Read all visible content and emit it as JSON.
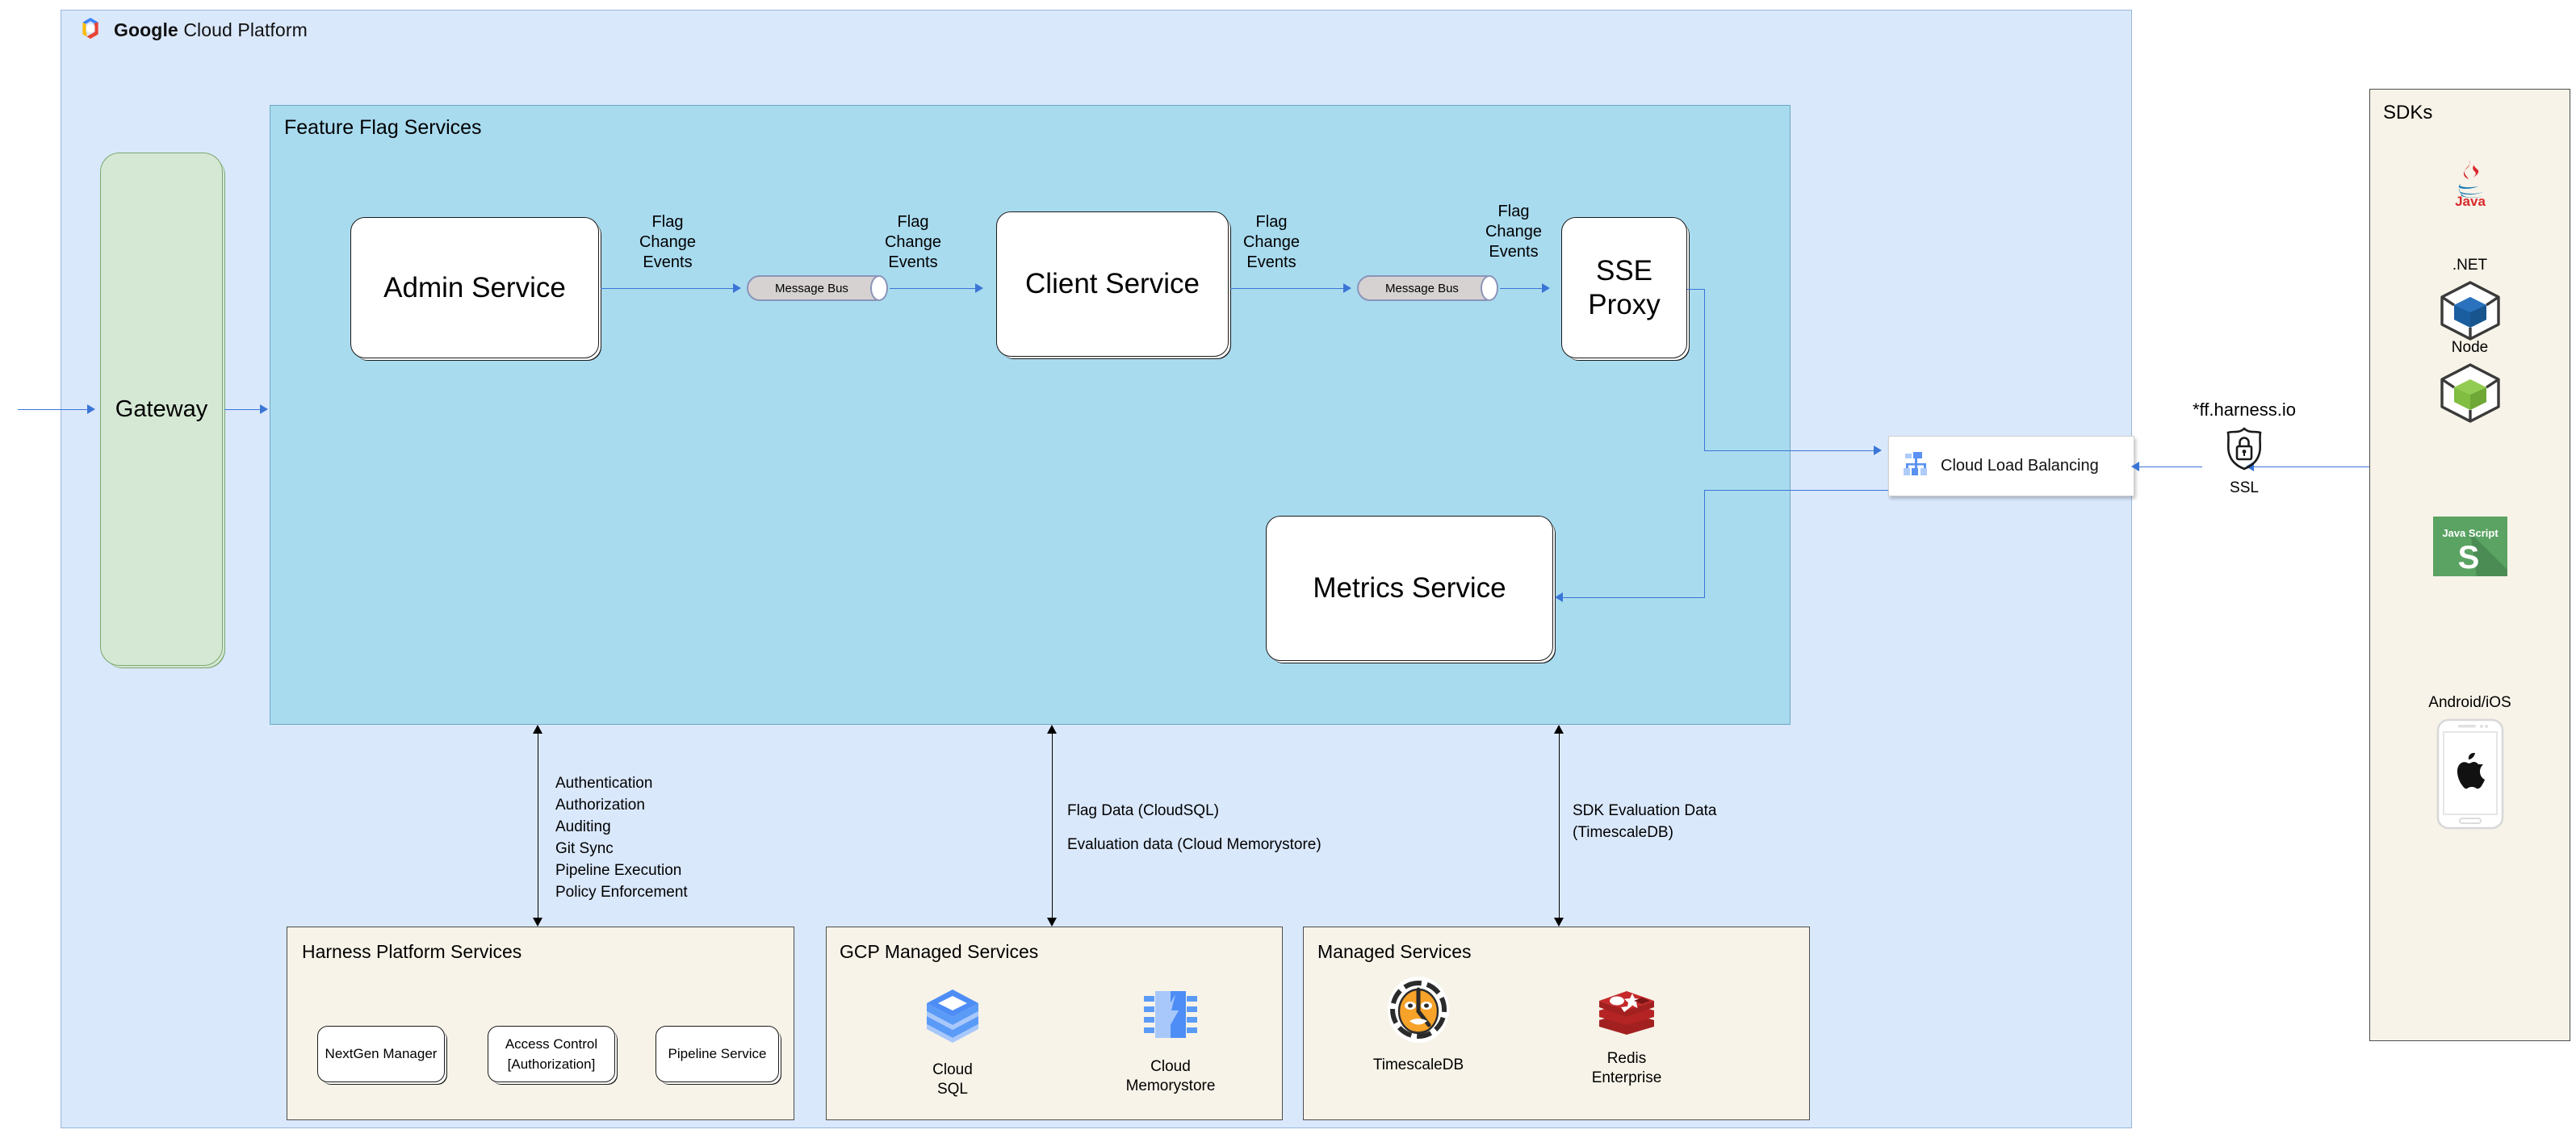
{
  "gcp": {
    "title_bold": "Google",
    "title_rest": " Cloud Platform",
    "logo": "google-cloud-logo"
  },
  "gateway": {
    "label": "Gateway"
  },
  "feature_flag_services": {
    "title": "Feature Flag Services",
    "nodes": [
      {
        "id": "admin-service",
        "label": "Admin Service"
      },
      {
        "id": "client-service",
        "label": "Client Service"
      },
      {
        "id": "sse-proxy",
        "label": "SSE\nProxy"
      },
      {
        "id": "metrics-service",
        "label": "Metrics Service"
      }
    ],
    "message_bus": [
      {
        "id": "msgbus-1",
        "label": "Message Bus"
      },
      {
        "id": "msgbus-2",
        "label": "Message Bus"
      }
    ],
    "edge_labels": [
      {
        "id": "edge-1",
        "text": "Flag\nChange\nEvents"
      },
      {
        "id": "edge-2",
        "text": "Flag\nChange\nEvents"
      },
      {
        "id": "edge-3",
        "text": "Flag\nChange\nEvents"
      },
      {
        "id": "edge-4",
        "text": "Flag\nChange\nEvents"
      }
    ]
  },
  "load_balancer": {
    "label": "Cloud Load Balancing",
    "icon": "cloud-load-balancing-icon"
  },
  "ssl": {
    "host": "*ff.harness.io",
    "label": "SSL",
    "icon": "ssl-shield-lock-icon"
  },
  "notes": {
    "harness": "Authentication\nAuthorization\nAuditing\nGit Sync\nPipeline Execution\nPolicy Enforcement",
    "flag_data": "Flag Data (CloudSQL)",
    "evaluation_data": "Evaluation data (Cloud Memorystore)",
    "sdk_eval": "SDK Evaluation Data\n(TimescaleDB)"
  },
  "panels": [
    {
      "id": "panel-harness",
      "title": "Harness Platform Services",
      "items": [
        {
          "label": "NextGen Manager"
        },
        {
          "label": "Access Control\n[Authorization]"
        },
        {
          "label": "Pipeline Service"
        }
      ]
    },
    {
      "id": "panel-gcpms",
      "title": "GCP Managed Services",
      "services": [
        {
          "label": "Cloud\nSQL",
          "icon": "cloud-sql-icon"
        },
        {
          "label": "Cloud\nMemorystore",
          "icon": "cloud-memorystore-icon"
        }
      ]
    },
    {
      "id": "panel-managed",
      "title": "Managed Services",
      "services": [
        {
          "label": "TimescaleDB",
          "icon": "timescaledb-tiger-icon"
        },
        {
          "label": "Redis\nEnterprise",
          "icon": "redis-icon"
        }
      ]
    }
  ],
  "sdks": {
    "title": "SDKs",
    "items": [
      {
        "label": "",
        "name": "java",
        "icon": "java-logo-icon",
        "wordmark": "Java"
      },
      {
        "label": ".NET",
        "name": "dotnet",
        "icon": "dotnet-cube-icon"
      },
      {
        "label": "Node",
        "name": "node",
        "icon": "node-cube-icon"
      },
      {
        "label": "",
        "name": "javascript",
        "icon": "javascript-tile-icon",
        "wordmark": "Java Script"
      },
      {
        "label": "Android/iOS",
        "name": "android-ios",
        "icon": "mobile-apple-icon"
      }
    ]
  },
  "colors": {
    "gcp_bg": "#dae8fc",
    "ffs_bg": "#a9dbef",
    "panel_bg": "#f7f3e8",
    "gateway_bg": "#d5e8d4",
    "connector_blue": "#3b76d6"
  }
}
